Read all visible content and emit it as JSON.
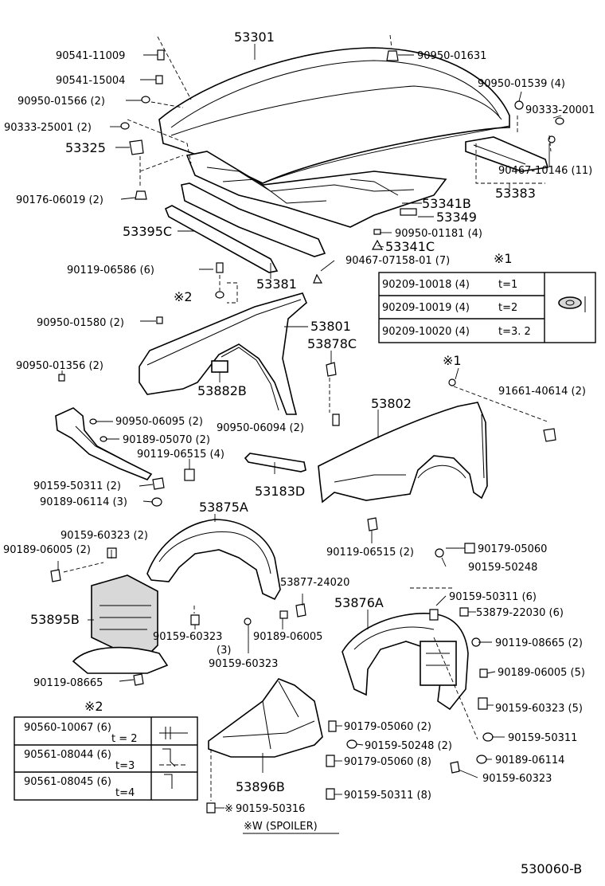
{
  "parts": {
    "hood": "53301",
    "hood_lock_support": "53381",
    "hood_seal_front": "53395C",
    "hood_hinge_l": "53383",
    "bumper_hood": "53325",
    "seal_53341b": "53341B",
    "seal_53341c": "53341C",
    "stay_53349": "53349",
    "fender_rh": "53801",
    "fender_lh": "53802",
    "protector_53878c": "53878C",
    "protector_53882b": "53882B",
    "seal_53183d": "53183D",
    "liner_rh": "53875A",
    "liner_lh": "53876A",
    "shield_53895b": "53895B",
    "bracket_53877": "53877-24020",
    "clip_53879": "53879-22030 (6)",
    "under_cover": "53896B",
    "diagram_id": "530060-B"
  },
  "fasteners": [
    "90541-11009",
    "90541-15004",
    "90950-01566 (2)",
    "90333-25001 (2)",
    "90176-06019 (2)",
    "90950-01631",
    "90950-01539 (4)",
    "90333-20001",
    "90467-10146 (11)",
    "90950-01181 (4)",
    "90467-07158-01 (7)",
    "90119-06586 (6)",
    "90950-01580 (2)",
    "90950-01356 (2)",
    "90950-06095 (2)",
    "90950-06094 (2)",
    "90189-05070 (2)",
    "90119-06515 (4)",
    "90159-50311 (2)",
    "90189-06114 (3)",
    "90159-60323 (2)",
    "90189-06005 (2)",
    "90159-60323",
    "(3)",
    "90189-06005",
    "90159-60323",
    "90119-08665",
    "91661-40614 (2)",
    "90119-06515 (2)",
    "90179-05060",
    "90159-50248",
    "90159-50311 (6)",
    "90119-08665 (2)",
    "90189-06005 (5)",
    "90159-60323 (5)",
    "90159-50311",
    "90189-06114",
    "90159-60323",
    "90179-05060 (2)",
    "90159-50248 (2)",
    "90179-05060 (8)",
    "90159-50311 (8)",
    "90159-50316"
  ],
  "notes": {
    "ref1": "※1",
    "ref2": "※2",
    "ref2_prefix": "※2",
    "ref_w_mark": "※",
    "spoiler_note": "※W (SPOILER)"
  },
  "table1": {
    "title": "※1",
    "rows": [
      {
        "part": "90209-10018 (4)",
        "thickness": "t=1"
      },
      {
        "part": "90209-10019 (4)",
        "thickness": "t=2"
      },
      {
        "part": "90209-10020 (4)",
        "thickness": "t=3. 2"
      }
    ]
  },
  "table2": {
    "title": "※2",
    "rows": [
      {
        "part": "90560-10067 (6)",
        "thickness": "t = 2"
      },
      {
        "part": "90561-08044 (6)",
        "thickness": "t=3"
      },
      {
        "part": "90561-08045 (6)",
        "thickness": "t=4"
      }
    ]
  }
}
